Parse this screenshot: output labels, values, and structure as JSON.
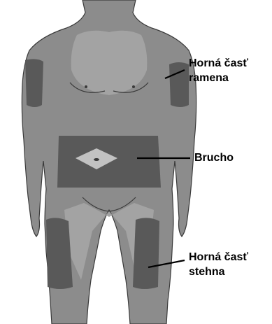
{
  "labels": {
    "upper_arm": {
      "line1": "Horná časť",
      "line2": "ramena"
    },
    "abdomen": "Brucho",
    "thigh": {
      "line1": "Horná časť",
      "line2": "stehna"
    }
  },
  "colors": {
    "body": "#8c8c8c",
    "body_outline": "#3a3a3a",
    "injection_zone": "#595959",
    "highlight": "#b3b3b3",
    "pointer_line": "#000000"
  }
}
